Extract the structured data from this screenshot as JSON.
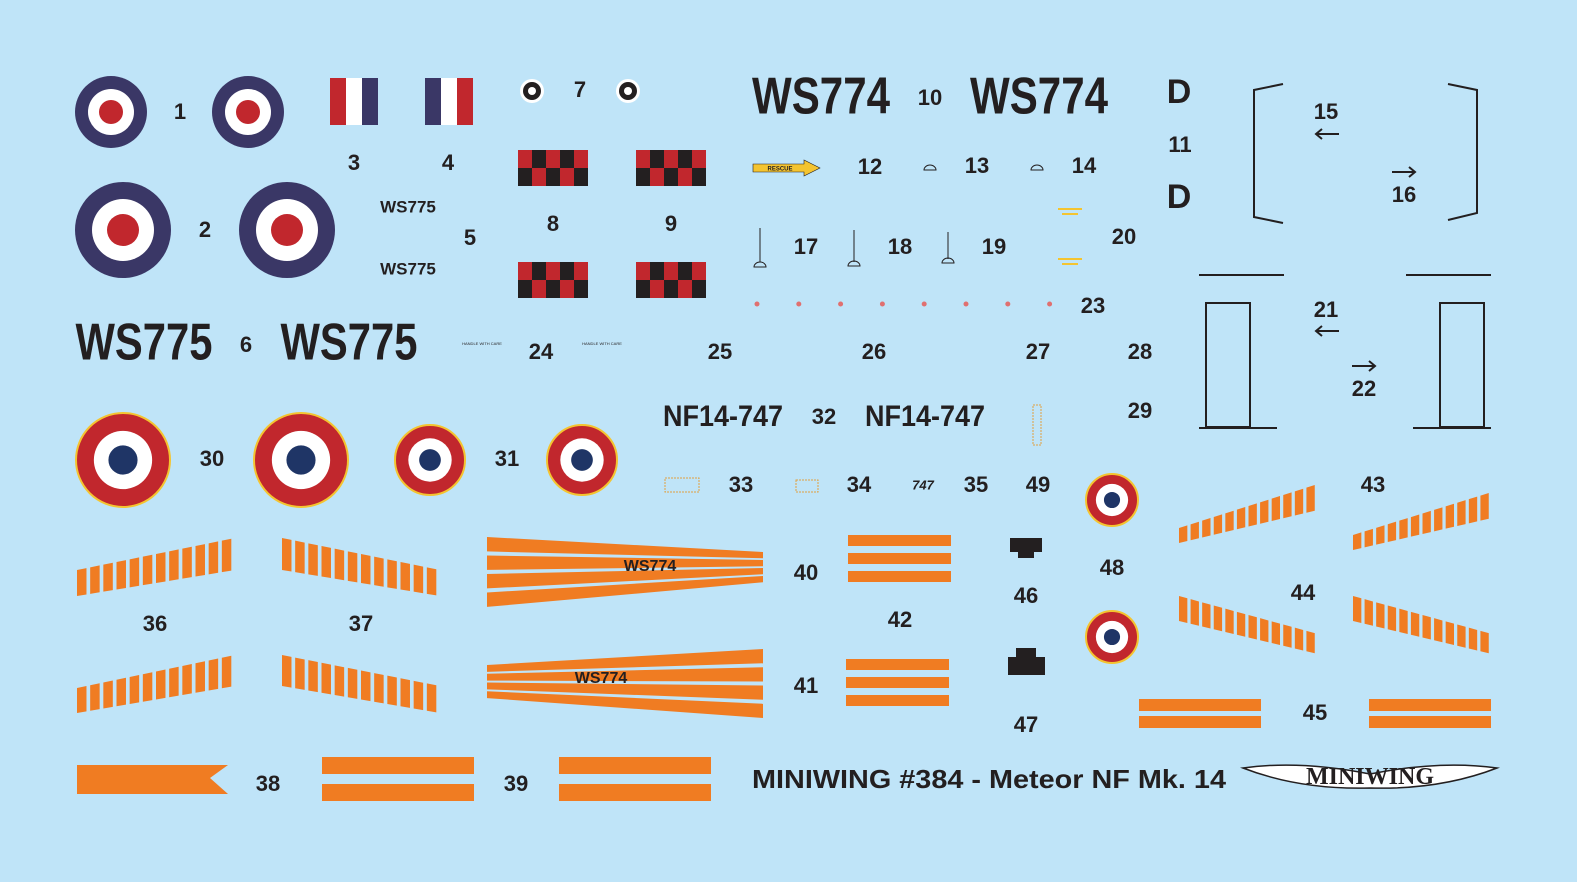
{
  "title": "MINIWING #384 - Meteor NF Mk. 14",
  "logo_text": "MINIWING",
  "colors": {
    "background": "#bfe4f8",
    "navy": "#3a3766",
    "red": "#c1272d",
    "orange": "#f07c22",
    "yellow": "#f4c430",
    "dark": "#231f20"
  },
  "registrations": {
    "ws775": "WS775",
    "ws774": "WS774",
    "nf": "NF14-747",
    "d": "D",
    "small747": "747",
    "rescue": "RESCUE",
    "handle": "HANDLE WITH CARE"
  },
  "numbers": {
    "n1": "1",
    "n2": "2",
    "n3": "3",
    "n4": "4",
    "n5": "5",
    "n6": "6",
    "n7": "7",
    "n8": "8",
    "n9": "9",
    "n10": "10",
    "n11": "11",
    "n12": "12",
    "n13": "13",
    "n14": "14",
    "n15": "15",
    "n16": "16",
    "n17": "17",
    "n18": "18",
    "n19": "19",
    "n20": "20",
    "n21": "21",
    "n22": "22",
    "n23": "23",
    "n24": "24",
    "n25": "25",
    "n26": "26",
    "n27": "27",
    "n28": "28",
    "n29": "29",
    "n30": "30",
    "n31": "31",
    "n32": "32",
    "n33": "33",
    "n34": "34",
    "n35": "35",
    "n36": "36",
    "n37": "37",
    "n38": "38",
    "n39": "39",
    "n40": "40",
    "n41": "41",
    "n42": "42",
    "n43": "43",
    "n44": "44",
    "n45": "45",
    "n46": "46",
    "n47": "47",
    "n48": "48",
    "n49": "49"
  }
}
